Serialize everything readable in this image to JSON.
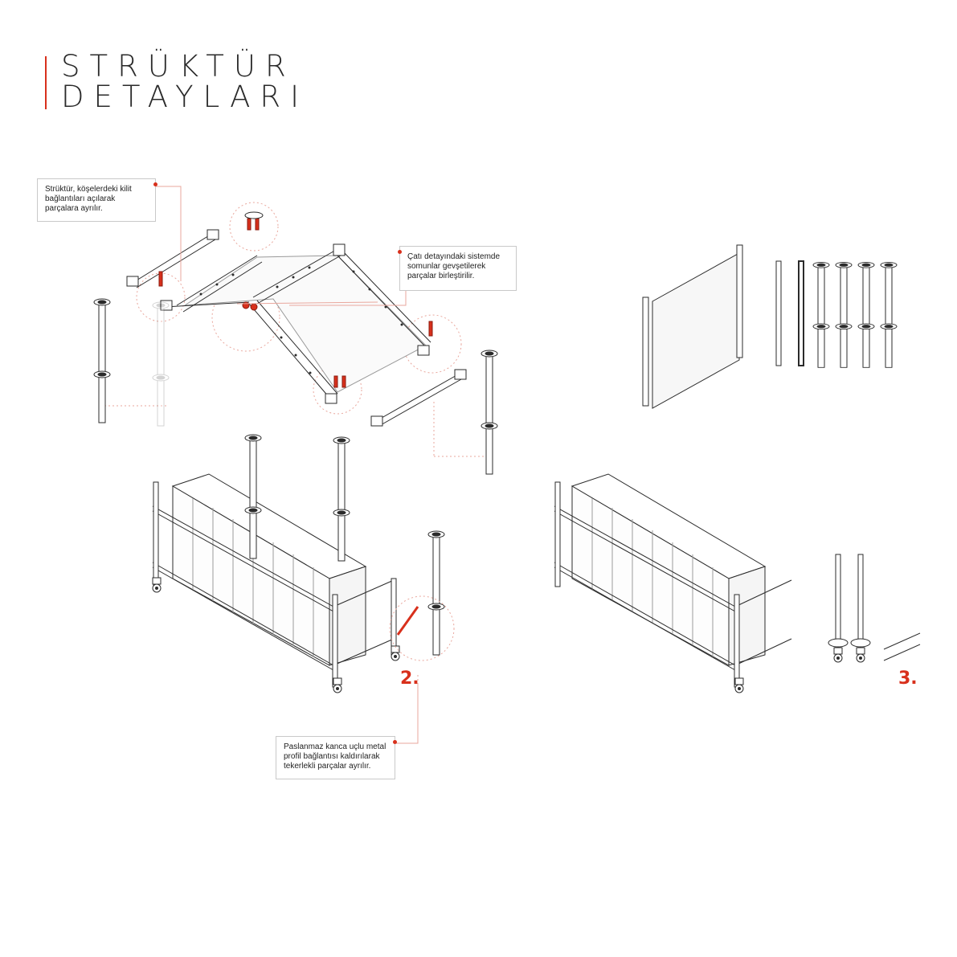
{
  "title": {
    "line1": "STRÜKTÜR",
    "line2": "DETAYLARI"
  },
  "notes": {
    "note1": "Strüktür, köşelerdeki kilit bağlantıları açılarak parçalara ayrılır.",
    "note2": "Çatı detayındaki sistemde somunlar gevşetilerek parçalar birleştirilir.",
    "note3": "Paslanmaz kanca uçlu metal profil bağlantısı kaldırılarak tekerlekli parçalar ayrılır."
  },
  "steps": {
    "step2": "2.",
    "step3": "3."
  },
  "colors": {
    "accent": "#d8301c",
    "line": "#2b2b2b",
    "guide": "#e9a79d"
  }
}
